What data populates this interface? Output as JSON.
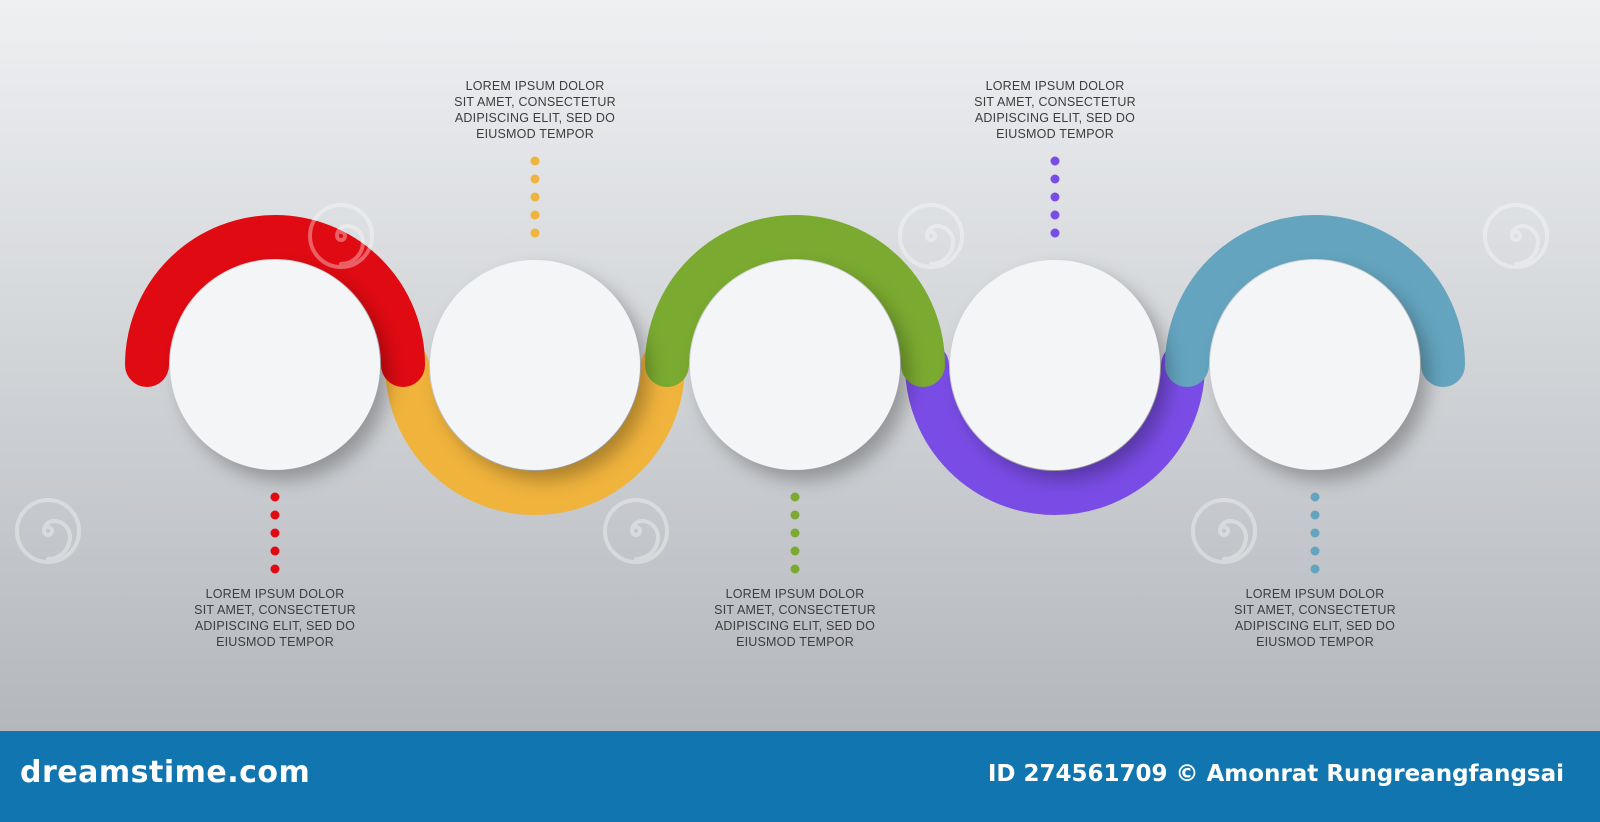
{
  "captions": [
    {
      "lines": [
        "LOREM IPSUM DOLOR",
        "SIT AMET, CONSECTETUR",
        "ADIPISCING ELIT, SED DO",
        "EIUSMOD TEMPOR"
      ],
      "color": "#e00a12"
    },
    {
      "lines": [
        "LOREM IPSUM DOLOR",
        "SIT AMET, CONSECTETUR",
        "ADIPISCING ELIT, SED DO",
        "EIUSMOD TEMPOR"
      ],
      "color": "#f0b33c"
    },
    {
      "lines": [
        "LOREM IPSUM DOLOR",
        "SIT AMET, CONSECTETUR",
        "ADIPISCING ELIT, SED DO",
        "EIUSMOD TEMPOR"
      ],
      "color": "#7aaa30"
    },
    {
      "lines": [
        "LOREM IPSUM DOLOR",
        "SIT AMET, CONSECTETUR",
        "ADIPISCING ELIT, SED DO",
        "EIUSMOD TEMPOR"
      ],
      "color": "#7a4ce6"
    },
    {
      "lines": [
        "LOREM IPSUM DOLOR",
        "SIT AMET, CONSECTETUR",
        "ADIPISCING ELIT, SED DO",
        "EIUSMOD TEMPOR"
      ],
      "color": "#64a4be"
    }
  ],
  "colors": {
    "circle_fill": "#f4f5f7",
    "footer_bg": "#1176b0"
  },
  "watermark": {
    "brand": "dreamstime.com",
    "watermark_text": "dreamstime"
  },
  "footer": {
    "brand": "dreamstime.com",
    "id_label": "ID 274561709",
    "credit": "© Amonrat Rungreangfangsai"
  }
}
